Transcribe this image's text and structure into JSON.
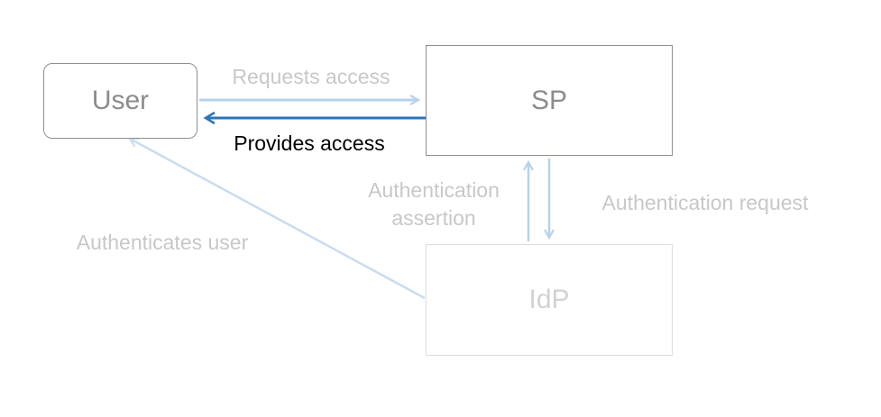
{
  "diagram": {
    "nodes": {
      "user": {
        "label": "User"
      },
      "sp": {
        "label": "SP"
      },
      "idp": {
        "label": "IdP"
      }
    },
    "edges": {
      "requests_access": {
        "label": "Requests access",
        "from": "user",
        "to": "sp",
        "state": "dimmed"
      },
      "provides_access": {
        "label": "Provides access",
        "from": "sp",
        "to": "user",
        "state": "highlighted"
      },
      "authentication_assertion": {
        "label": "Authentication assertion",
        "from": "idp",
        "to": "sp",
        "state": "dimmed"
      },
      "authentication_request": {
        "label": "Authentication request",
        "from": "sp",
        "to": "idp",
        "state": "dimmed"
      },
      "authenticates_user": {
        "label": "Authenticates user",
        "from": "idp",
        "to": "user",
        "state": "dimmed"
      }
    },
    "colors": {
      "background": "#ffffff",
      "faded_arrow": "#b7d2eb",
      "faded_arrow_soft": "#c9dcf0",
      "active_arrow": "#2e75b6",
      "faded_text": "#c8c8c8",
      "active_text": "#000000",
      "node_border": "#8f8f8f",
      "node_text": "#8c8c8c",
      "faded_node_border": "#dddddd",
      "faded_node_text": "#d2d2d2"
    }
  }
}
